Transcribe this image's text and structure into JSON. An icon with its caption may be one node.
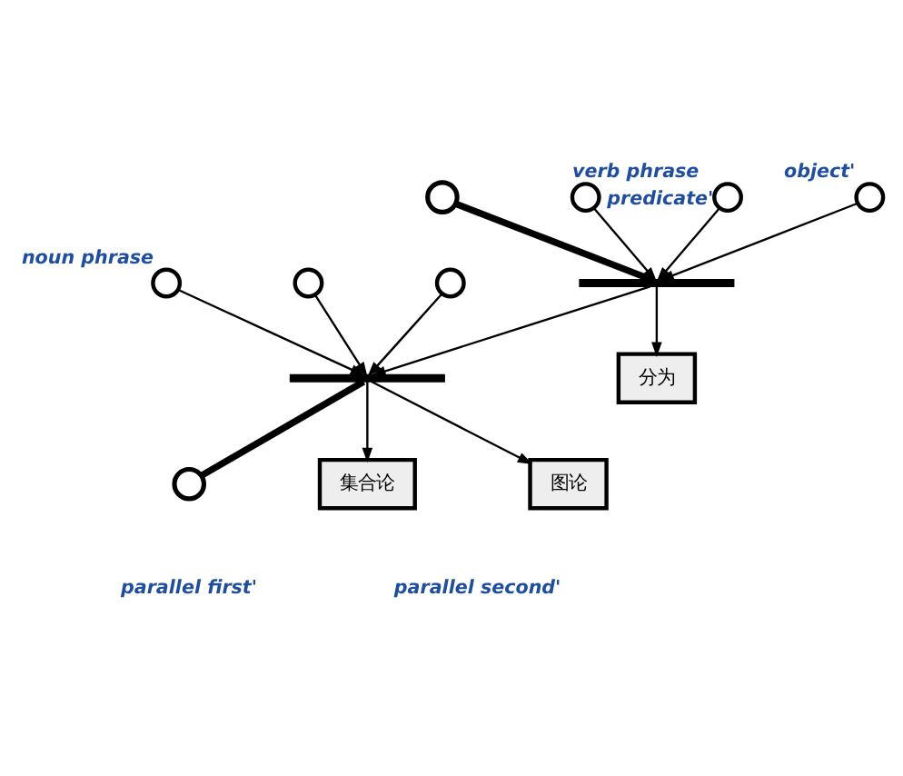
{
  "diagram": {
    "nodes": [
      {
        "text": [],
        "shape": "bar"
      },
      {
        "text": [],
        "shape": "circle"
      },
      {
        "text": [],
        "shape": "circle",
        "beside": [
          "verb phrase"
        ]
      },
      {
        "text": [],
        "shape": "circle",
        "beside": [
          "predicate'"
        ]
      },
      {
        "text": [
          "分为"
        ]
      },
      {
        "text": [],
        "shape": "circle",
        "beside": [
          "object'"
        ]
      },
      {
        "text": [],
        "shape": "circle",
        "beside": [
          "noun phrase"
        ]
      },
      {
        "text": [],
        "shape": "bar"
      },
      {
        "text": [],
        "shape": "circle"
      },
      {
        "text": [
          "集合论"
        ]
      },
      {
        "text": [],
        "shape": "circle"
      },
      {
        "text": [],
        "shape": "circle"
      },
      {
        "text": [
          "图论"
        ]
      }
    ],
    "edges": [
      {
        "from": 1,
        "to": 0,
        "arrow": "none",
        "style": "thick"
      },
      {
        "from": 2,
        "to": 0,
        "arrow": "to"
      },
      {
        "from": 0,
        "to": 4,
        "arrow": "to"
      },
      {
        "from": 3,
        "to": 0,
        "arrow": "to"
      },
      {
        "from": 0,
        "to": 7,
        "arrow": "to"
      },
      {
        "from": 5,
        "to": 0,
        "arrow": "to"
      },
      {
        "from": 6,
        "to": 7,
        "arrow": "to"
      },
      {
        "from": 7,
        "to": 8,
        "arrow": "none",
        "style": "thick"
      },
      {
        "from": 7,
        "to": 9,
        "arrow": "to"
      },
      {
        "from": 10,
        "to": 7,
        "arrow": "to"
      },
      {
        "from": 7,
        "to": 12,
        "arrow": "to"
      },
      {
        "from": 11,
        "to": 7,
        "arrow": "to"
      }
    ],
    "labels": [
      "parallel first'",
      "parallel second'"
    ]
  }
}
